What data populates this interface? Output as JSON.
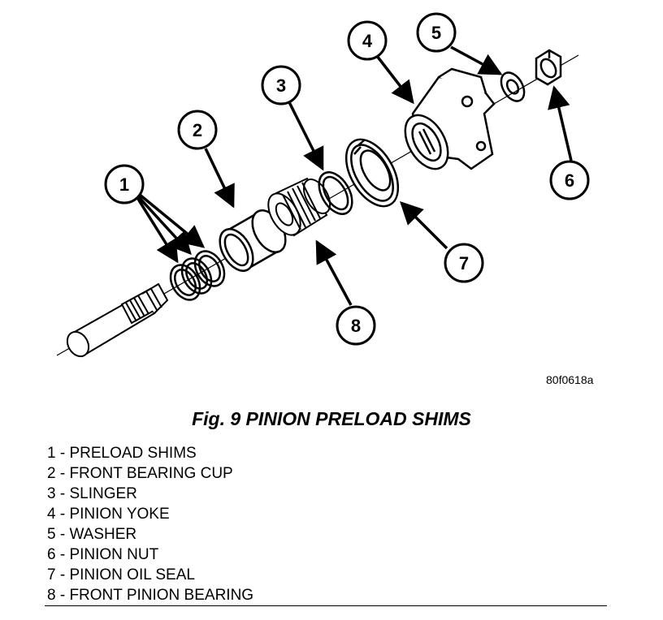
{
  "figure_code": "80f0618a",
  "caption": "Fig. 9 PINION PRELOAD SHIMS",
  "callouts": [
    "1",
    "2",
    "3",
    "4",
    "5",
    "6",
    "7",
    "8"
  ],
  "legend": [
    "1 - PRELOAD SHIMS",
    "2 - FRONT BEARING CUP",
    "3 - SLINGER",
    "4 - PINION YOKE",
    "5 - WASHER",
    "6 - PINION NUT",
    "7 - PINION OIL SEAL",
    "8 - FRONT PINION BEARING"
  ]
}
